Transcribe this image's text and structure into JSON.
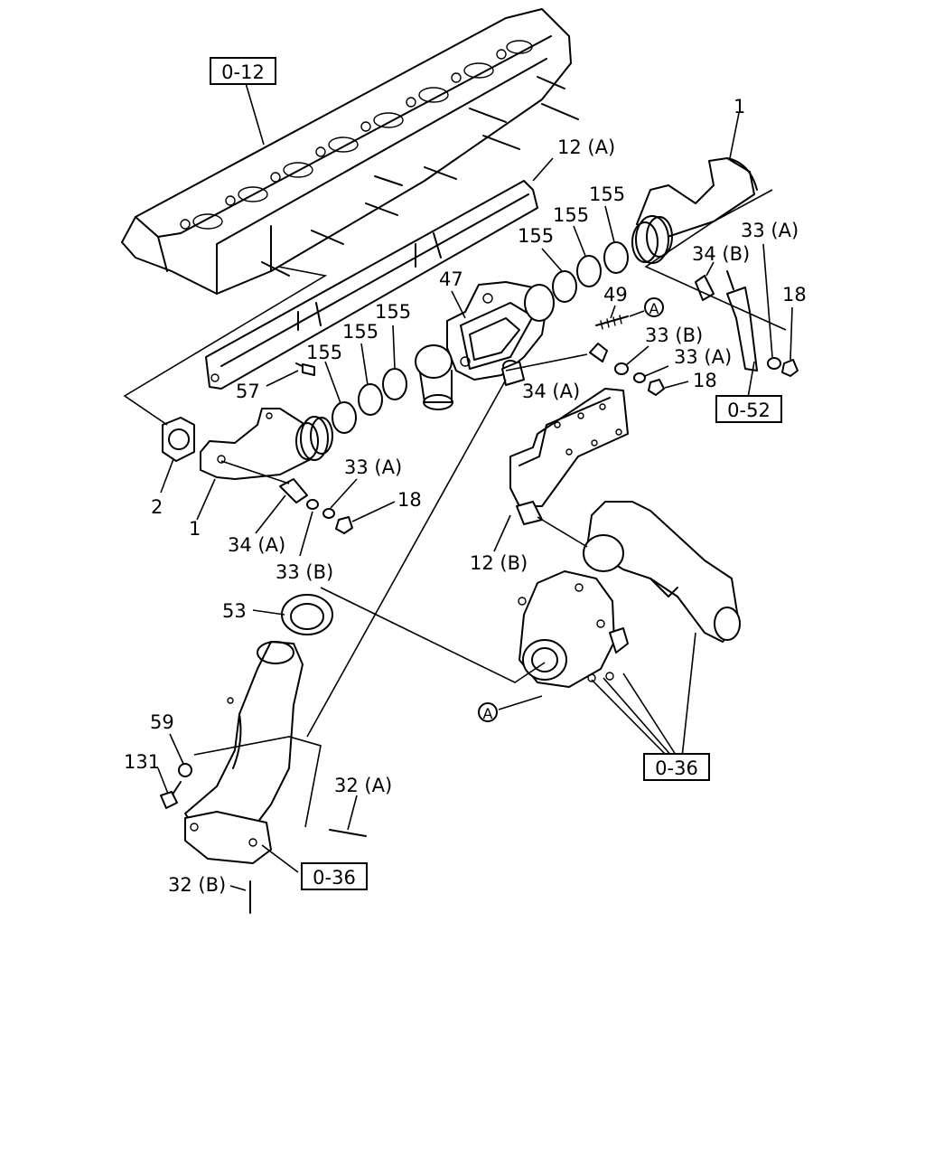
{
  "callouts": {
    "ref_0_12": "0-12",
    "ref_0_52": "0-52",
    "ref_0_36_pump": "0-36",
    "ref_0_36_pipe": "0-36",
    "p1_top": "1",
    "p1_left": "1",
    "p2": "2",
    "p12a": "12 (A)",
    "p12b": "12 (B)",
    "p155_1": "155",
    "p155_2": "155",
    "p155_3": "155",
    "p155_4": "155",
    "p155_5": "155",
    "p155_6": "155",
    "p47": "47",
    "p49": "49",
    "p33a_top": "33 (A)",
    "p33b_mid": "33 (B)",
    "p33a_mid": "33 (A)",
    "p33a_left": "33 (A)",
    "p33b_left": "33 (B)",
    "p34b": "34 (B)",
    "p34a_mid": "34 (A)",
    "p34a_left": "34 (A)",
    "p18_top": "18",
    "p18_mid": "18",
    "p18_left": "18",
    "p57": "57",
    "p53": "53",
    "p59": "59",
    "p131": "131",
    "p32a": "32 (A)",
    "p32b": "32 (B)",
    "mark_a_top": "A",
    "mark_a_bottom": "A"
  }
}
